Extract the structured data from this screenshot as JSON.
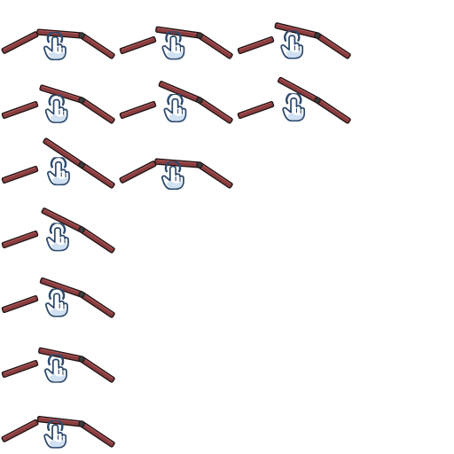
{
  "sprite_sheet": {
    "frames": [
      {
        "row": 1,
        "col": 1,
        "joint_rise": 0
      },
      {
        "row": 1,
        "col": 2,
        "joint_rise": 0.1
      },
      {
        "row": 1,
        "col": 3,
        "joint_rise": 0.25
      },
      {
        "row": 2,
        "col": 1,
        "joint_rise": 0.35
      },
      {
        "row": 2,
        "col": 2,
        "joint_rise": 0.5
      },
      {
        "row": 2,
        "col": 3,
        "joint_rise": 0.65
      },
      {
        "row": 3,
        "col": 1,
        "joint_rise": 0.8
      },
      {
        "row": 3,
        "col": 2,
        "joint_rise": 0
      },
      {
        "row": 4,
        "col": 1,
        "joint_rise": 0.6
      },
      {
        "row": 5,
        "col": 1,
        "joint_rise": 0.4
      },
      {
        "row": 6,
        "col": 1,
        "joint_rise": 0.2
      },
      {
        "row": 7,
        "col": 1,
        "joint_rise": 0.05
      }
    ],
    "colors": {
      "plank_fill": "#8a3d3f",
      "plank_highlight": "#b35a5c",
      "plank_outline": "#1e1414",
      "hand_fill": "#ffffff",
      "hand_shadow": "#cfe0f3",
      "hand_outline": "#2d4a6e",
      "hinge_fill": "#3a3a3a"
    },
    "icons": {
      "plank": "wood-plank-icon",
      "hinge": "hinge-bolt-icon",
      "hand": "tap-hand-icon"
    }
  }
}
